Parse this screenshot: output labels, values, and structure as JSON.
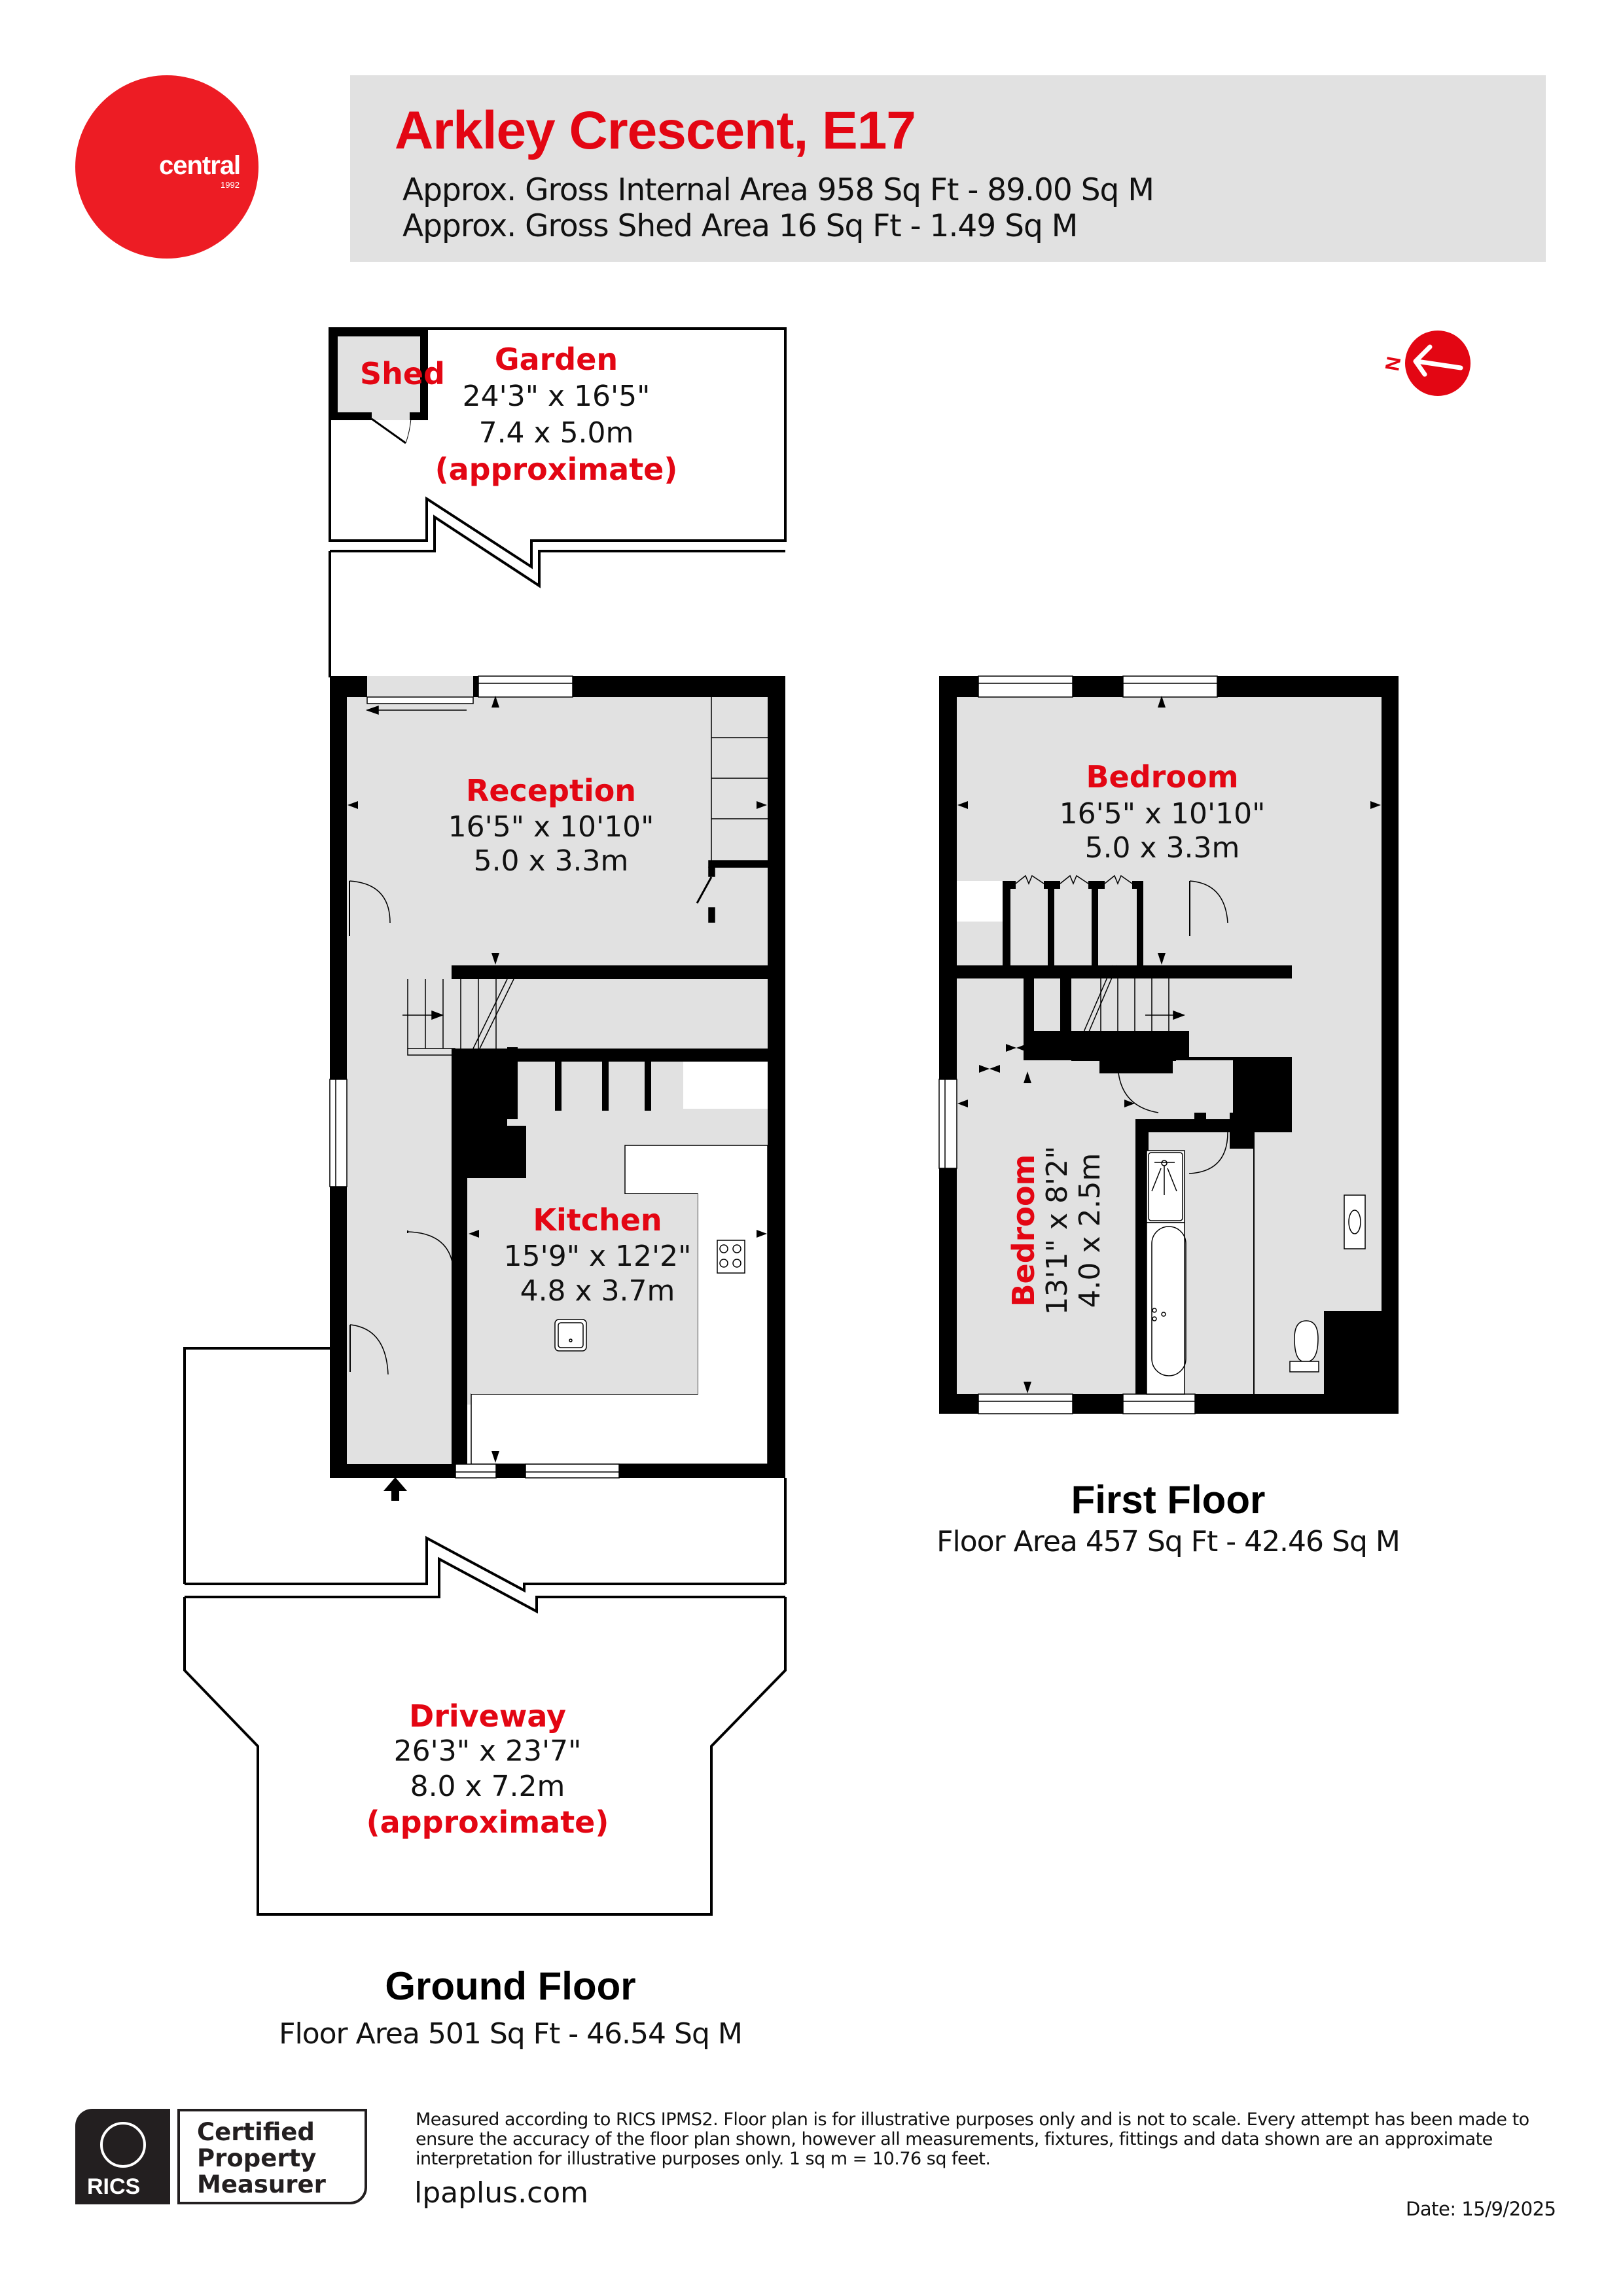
{
  "brand": {
    "name": "central",
    "year": "1992",
    "color": "#ed1c24"
  },
  "header": {
    "title": "Arkley Crescent, E17",
    "gross_internal_area": "Approx. Gross Internal Area 958 Sq Ft - 89.00 Sq M",
    "gross_shed_area": "Approx. Gross Shed Area 16 Sq Ft - 1.49 Sq M",
    "title_color": "#e30613",
    "background": "#e1e1e1"
  },
  "compass": {
    "label": "N",
    "icon": "north-arrow-icon",
    "color": "#e30613"
  },
  "ground_floor": {
    "title": "Ground Floor",
    "area": "Floor Area 501 Sq Ft - 46.54 Sq M",
    "rooms": [
      {
        "name": "Shed"
      },
      {
        "name": "Garden",
        "dim_imperial": "24'3\" x 16'5\"",
        "dim_metric": "7.4 x 5.0m",
        "note": "(approximate)"
      },
      {
        "name": "Reception",
        "dim_imperial": "16'5\" x 10'10\"",
        "dim_metric": "5.0 x 3.3m"
      },
      {
        "name": "Kitchen",
        "dim_imperial": "15'9\" x 12'2\"",
        "dim_metric": "4.8 x 3.7m"
      },
      {
        "name": "Driveway",
        "dim_imperial": "26'3\" x 23'7\"",
        "dim_metric": "8.0 x 7.2m",
        "note": "(approximate)"
      }
    ]
  },
  "first_floor": {
    "title": "First Floor",
    "area": "Floor Area 457 Sq Ft - 42.46 Sq M",
    "rooms": [
      {
        "name": "Bedroom",
        "dim_imperial": "16'5\" x 10'10\"",
        "dim_metric": "5.0 x 3.3m"
      },
      {
        "name": "Bedroom",
        "dim_imperial": "13'1\" x 8'2\"",
        "dim_metric": "4.0 x 2.5m"
      }
    ]
  },
  "footer": {
    "rics_label": "RICS",
    "certified_lines": [
      "Certified",
      "Property",
      "Measurer"
    ],
    "disclaimer": "Measured according to RICS IPMS2. Floor plan is for illustrative purposes only and is not to scale. Every attempt has been made to ensure the accuracy of the floor plan shown, however all measurements, fixtures, fittings and data shown are an approximate interpretation for illustrative purposes only. 1 sq m = 10.76 sq feet.",
    "website": "lpaplus.com",
    "date": "Date: 15/9/2025"
  },
  "colors": {
    "wall": "#000000",
    "floor_fill": "#e1e1e1",
    "label_red": "#e30613"
  }
}
